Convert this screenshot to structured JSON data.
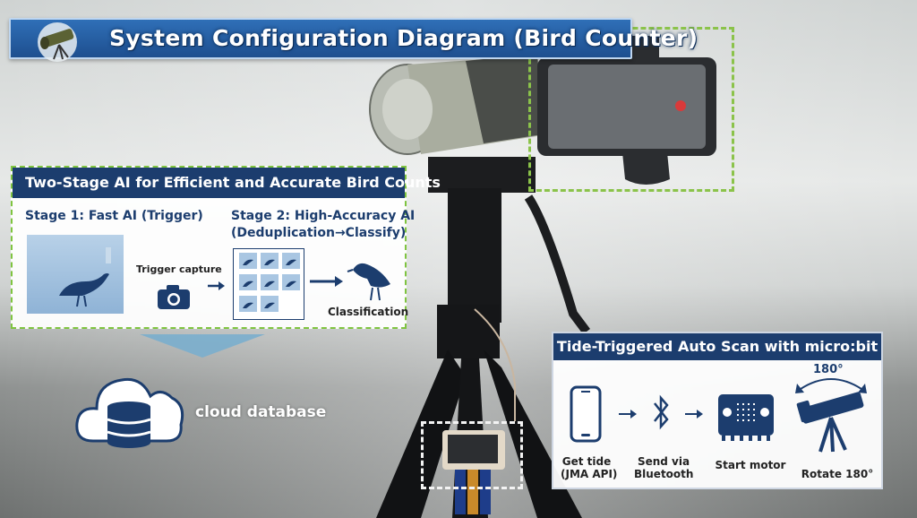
{
  "title": "System Configuration Diagram (Bird Counter)",
  "ai_panel": {
    "heading": "Two-Stage AI for Efficient and Accurate Bird Counts",
    "stage1_label": "Stage 1: Fast AI (Trigger)",
    "stage2_line1": "Stage 2: High-Accuracy AI",
    "stage2_line2": "(Deduplication→Classify)",
    "trigger_label": "Trigger capture",
    "classification_label": "Classification"
  },
  "cloud": {
    "label": "cloud database"
  },
  "tide_panel": {
    "heading": "Tide-Triggered Auto Scan with micro:bit",
    "steps": [
      {
        "line1": "Get tide",
        "line2": "(JMA API)"
      },
      {
        "line1": "Send via",
        "line2": "Bluetooth"
      },
      {
        "line1": "Start motor",
        "line2": ""
      },
      {
        "line1": "Rotate 180°",
        "line2": ""
      }
    ],
    "rotate_angle": "180°"
  },
  "colors": {
    "navy": "#1c3d6e",
    "accent_green": "#8bc34a",
    "title_blue": "#2f6fb7"
  }
}
